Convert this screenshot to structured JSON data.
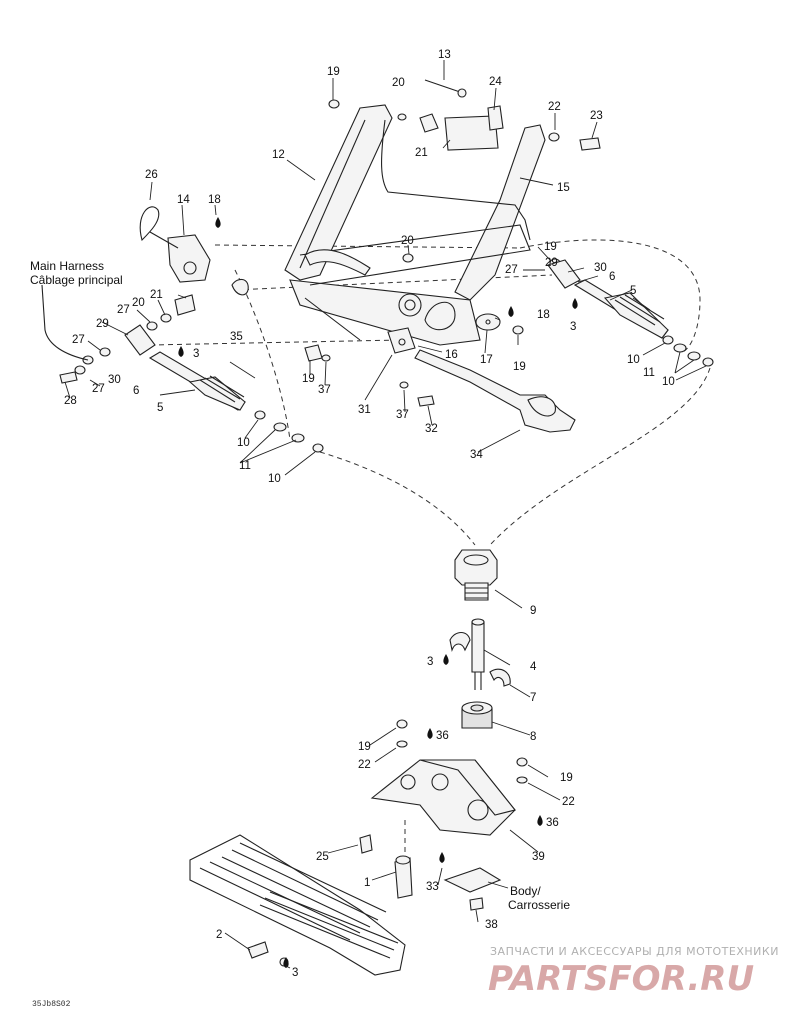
{
  "diagram": {
    "callouts": {
      "c13": "13",
      "c19a": "19",
      "c20a": "20",
      "c24": "24",
      "c22a": "22",
      "c23": "23",
      "c12": "12",
      "c21a": "21",
      "c15": "15",
      "c26": "26",
      "c14": "14",
      "c18a": "18",
      "c20b": "20",
      "c19b": "19",
      "c27a": "27",
      "c29a": "29",
      "c30a": "30",
      "c6a": "6",
      "c5a": "5",
      "c20c": "20",
      "c21b": "21",
      "c27b": "27",
      "c29b": "29",
      "c27c": "27",
      "c35": "35",
      "c3a": "3",
      "c18b": "18",
      "c3b": "3",
      "c17": "17",
      "c19c": "19",
      "c16": "16",
      "c10a": "10",
      "c11a": "11",
      "c10b": "10",
      "c30b": "30",
      "c6b": "6",
      "c27d": "27",
      "c28": "28",
      "c19d": "19",
      "c37a": "37",
      "c31": "31",
      "c37b": "37",
      "c32": "32",
      "c34": "34",
      "c5b": "5",
      "c10c": "10",
      "c11b": "11",
      "c10d": "10",
      "c9": "9",
      "c4": "4",
      "c3c": "3",
      "c7": "7",
      "c8": "8",
      "c19e": "19",
      "c22b": "22",
      "c36a": "36",
      "c19f": "19",
      "c22c": "22",
      "c36b": "36",
      "c25": "25",
      "c39": "39",
      "c1": "1",
      "c33": "33",
      "c38": "38",
      "c2": "2",
      "c3d": "3"
    },
    "labels": {
      "main_harness_en": "Main Harness",
      "main_harness_fr": "Câblage principal",
      "body_en": "Body/",
      "body_fr": "Carrosserie"
    },
    "drawing_code": "35Jb8S02",
    "watermark": {
      "line1": "ЗАПЧАСТИ И АКСЕССУАРЫ ДЛЯ МОТОТЕХНИКИ",
      "line2": "PARTSFOR.RU"
    }
  }
}
